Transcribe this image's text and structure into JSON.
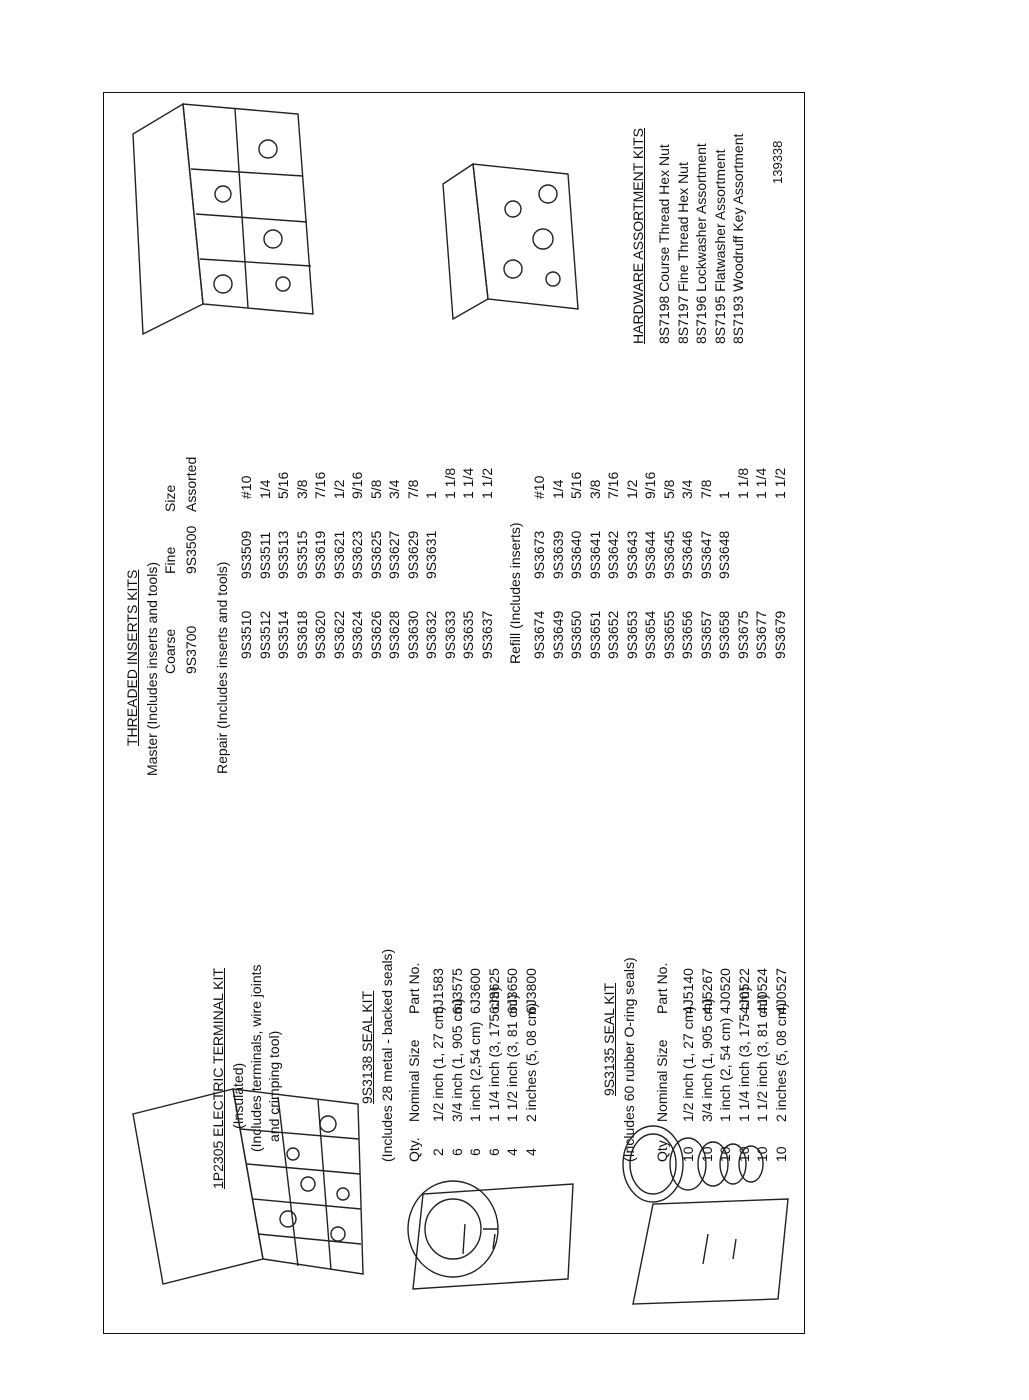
{
  "electric_kit": {
    "title": "1P2305 ELECTRIC TERMINAL KIT",
    "subtitle": "(Insulated)",
    "desc_line1": "(Includes terminals, wire joints",
    "desc_line2": "and crimping tool)"
  },
  "seal_kit_28": {
    "title": "9S3138 SEAL KIT",
    "desc": "(Includes 28 metal - backed seals)",
    "headers": {
      "qty": "Qty.",
      "size": "Nominal Size",
      "part": "Part No."
    },
    "qty": [
      "2",
      "6",
      "6",
      "6",
      "4",
      "4"
    ],
    "size": [
      "1/2 inch (1, 27 cm)",
      "3/4 inch (1, 905 cm)",
      "1 inch (2,54 cm)",
      "1 1/4 inch (3, 175 cm)",
      "1 1/2 inch (3, 81 cm)",
      "2 inches (5, 08 cm)"
    ],
    "part": [
      "5J1583",
      "6J3575",
      "6J3600",
      "6J3625",
      "6J3650",
      "6J3800"
    ]
  },
  "seal_kit_60": {
    "title": "9S3135 SEAL KIT",
    "desc": "(Includes 60 rubber O-ring seals)",
    "headers": {
      "qty": "Qty.",
      "size": "Nominal Size",
      "part": "Part No."
    },
    "qty": [
      "10",
      "10",
      "10",
      "10",
      "10",
      "10"
    ],
    "size": [
      "1/2 inch (1, 27 cm)",
      "3/4 inch (1, 905 cm)",
      "1 inch (2, 54 cm)",
      "1 1/4 inch (3, 175 cm)",
      "1 1/2 inch (3, 81 cm)",
      "2 inches (5, 08 cm)"
    ],
    "part": [
      "4J5140",
      "4J5267",
      "4J0520",
      "4J0522",
      "4J0524",
      "4J0527"
    ]
  },
  "threaded": {
    "title": "THREADED INSERTS KITS",
    "master_label": "Master (Includes inserts and tools)",
    "headers": {
      "coarse": "Coarse",
      "fine": "Fine",
      "size": "Size"
    },
    "master": {
      "coarse": "9S3700",
      "fine": "9S3500",
      "size": "Assorted"
    },
    "repair_label": "Repair (Includes inserts and tools)",
    "repair_coarse": [
      "9S3510",
      "9S3512",
      "9S3514",
      "9S3618",
      "9S3620",
      "9S3622",
      "9S3624",
      "9S3626",
      "9S3628",
      "9S3630",
      "9S3632",
      "9S3633",
      "9S3635",
      "9S3637"
    ],
    "repair_fine": [
      "9S3509",
      "9S3511",
      "9S3513",
      "9S3515",
      "9S3619",
      "9S3621",
      "9S3623",
      "9S3625",
      "9S3627",
      "9S3629",
      "9S3631"
    ],
    "repair_size": [
      "#10",
      "1/4",
      "5/16",
      "3/8",
      "7/16",
      "1/2",
      "9/16",
      "5/8",
      "3/4",
      "7/8",
      "1",
      "1 1/8",
      "1 1/4",
      "1 1/2"
    ],
    "refill_label": "Refill (Includes inserts)",
    "refill_coarse": [
      "9S3674",
      "9S3649",
      "9S3650",
      "9S3651",
      "9S3652",
      "9S3653",
      "9S3654",
      "9S3655",
      "9S3656",
      "9S3657",
      "9S3658",
      "9S3675",
      "9S3677",
      "9S3679"
    ],
    "refill_fine": [
      "9S3673",
      "9S3639",
      "9S3640",
      "9S3641",
      "9S3642",
      "9S3643",
      "9S3644",
      "9S3645",
      "9S3646",
      "9S3647",
      "9S3648"
    ],
    "refill_size": [
      "#10",
      "1/4",
      "5/16",
      "3/8",
      "7/16",
      "1/2",
      "9/16",
      "5/8",
      "3/4",
      "7/8",
      "1",
      "1 1/8",
      "1 1/4",
      "1 1/2"
    ]
  },
  "hardware": {
    "title": "HARDWARE ASSORTMENT KITS",
    "items": [
      "8S7198 Course Thread Hex Nut",
      "8S7197 Fine Thread Hex Nut",
      "8S7196 Lockwasher Assortment",
      "8S7195 Flatwasher Assortment",
      "8S7193 Woodruff Key Assortment"
    ]
  },
  "figure_number": "139338"
}
